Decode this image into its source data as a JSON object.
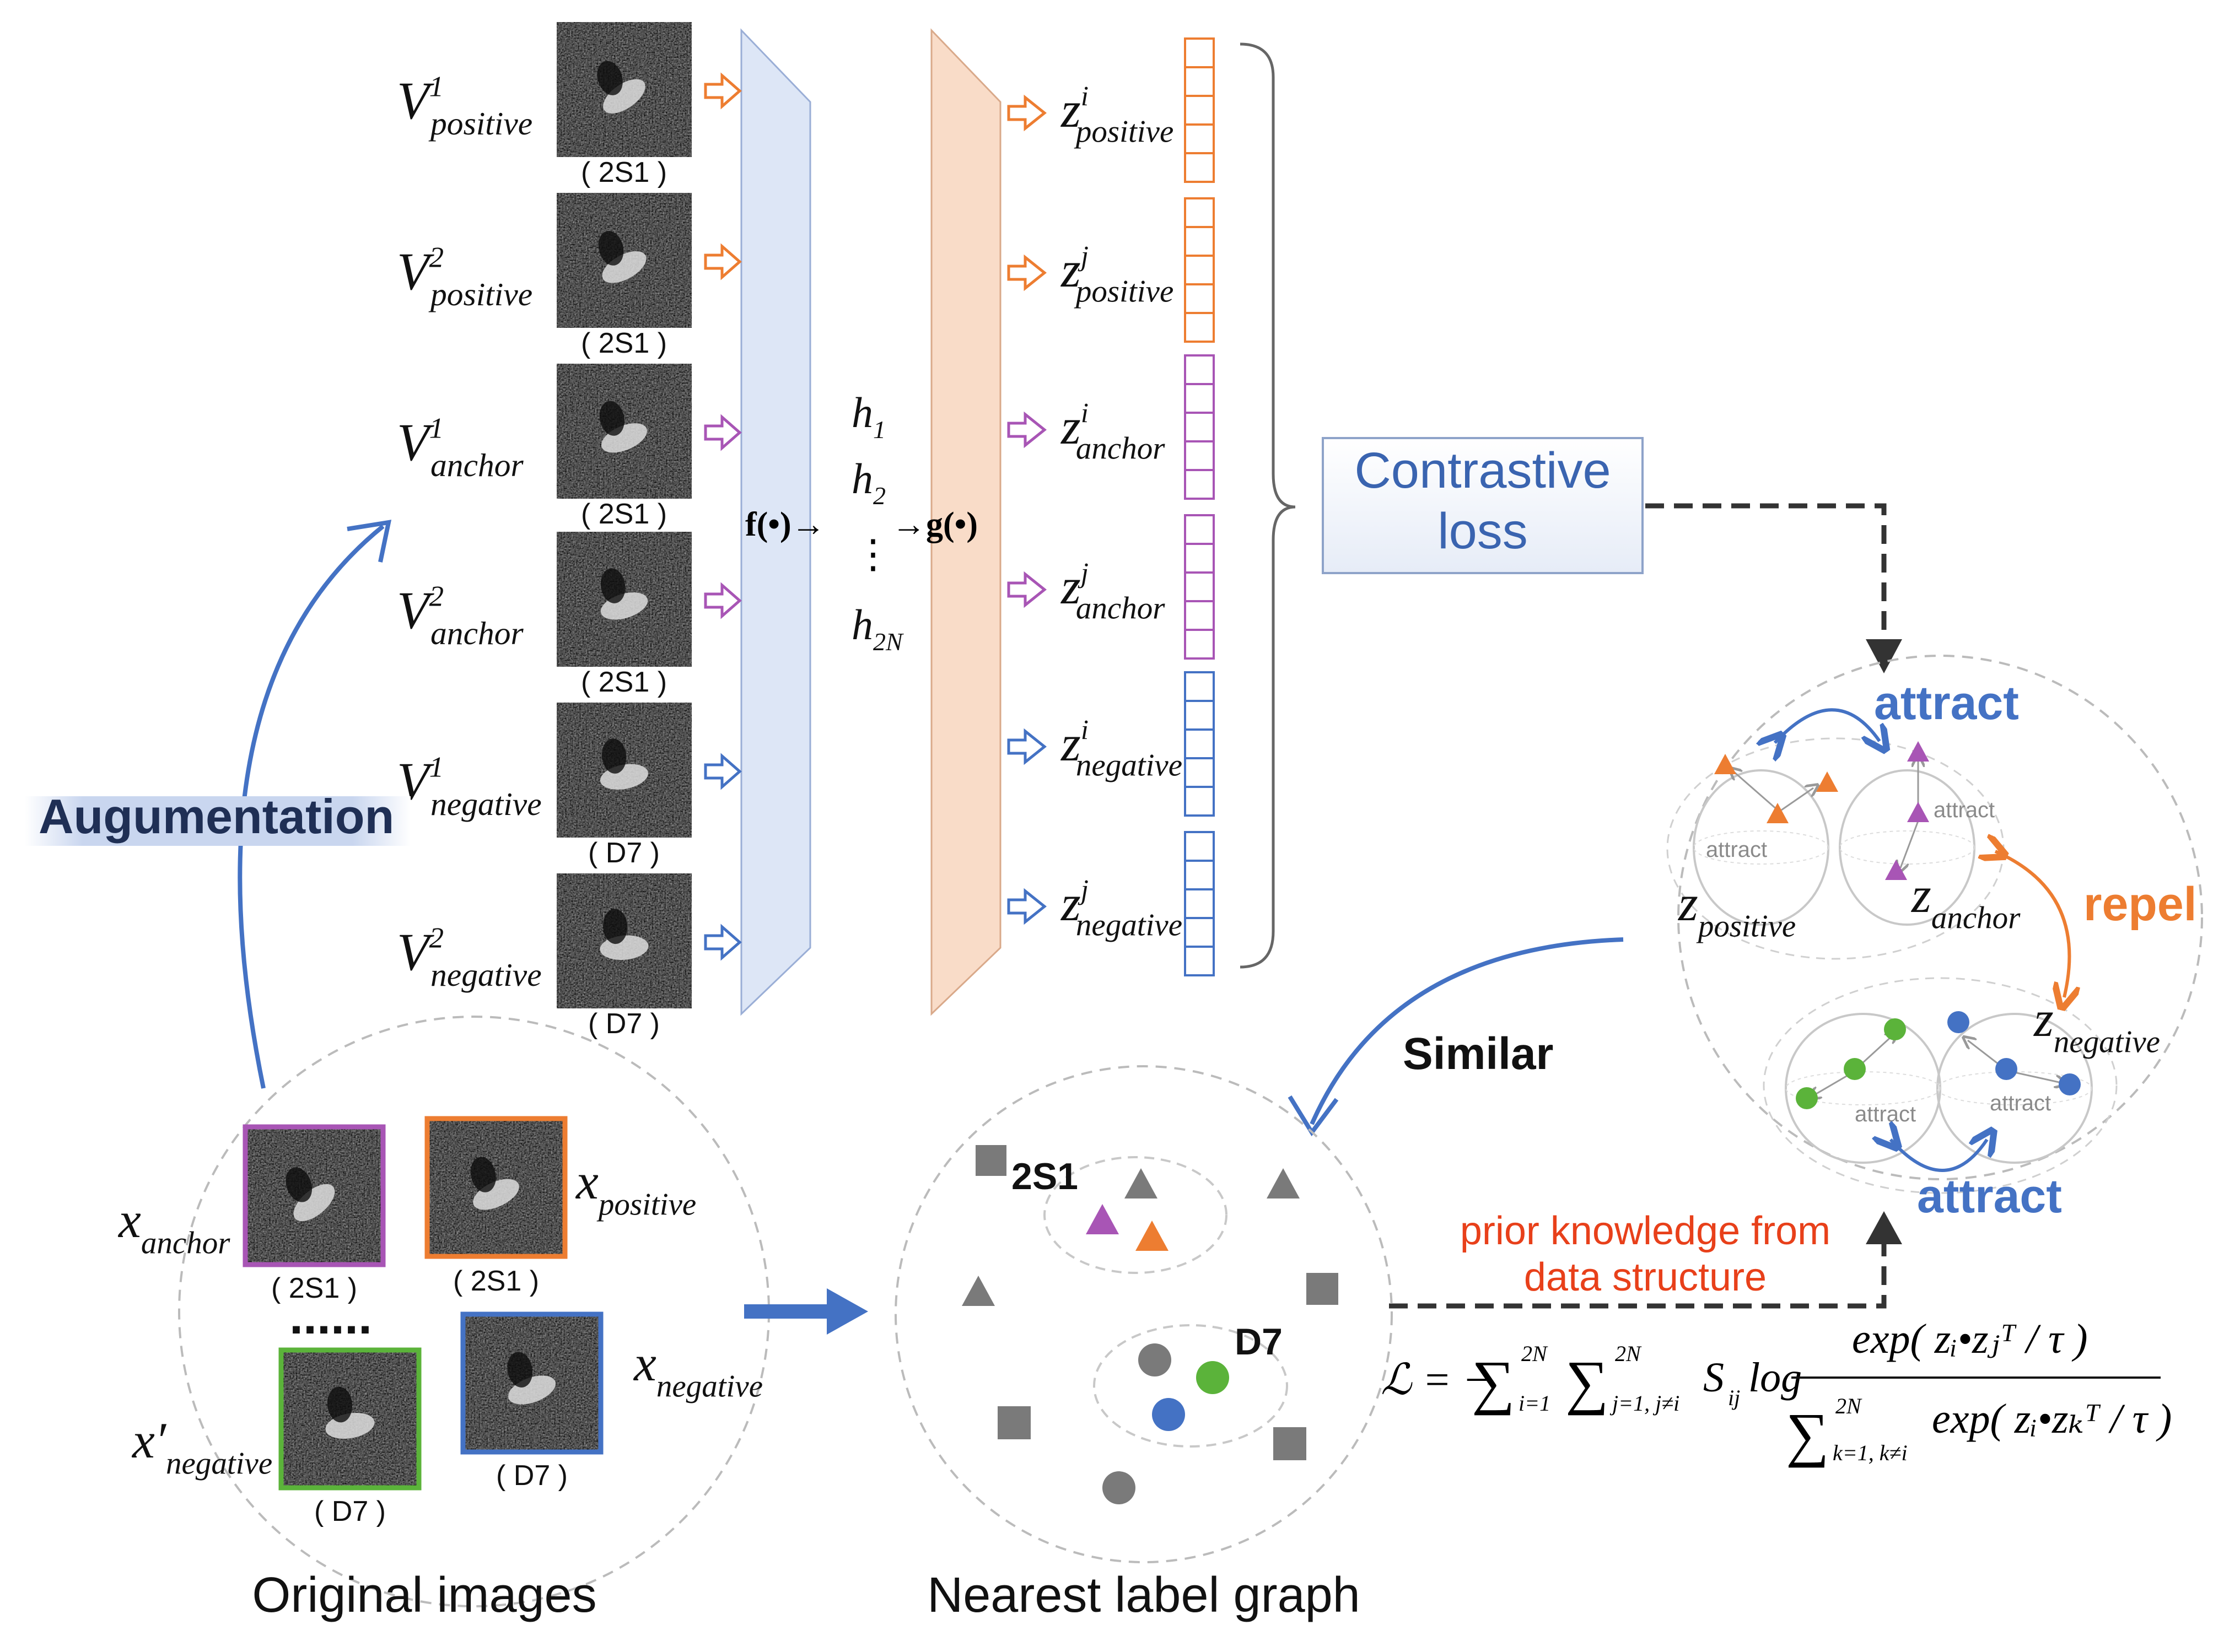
{
  "augmentation_label": "Augumentation",
  "views": [
    {
      "base": "V",
      "sup": "1",
      "sub": "positive",
      "tag": "( 2S1 )"
    },
    {
      "base": "V",
      "sup": "2",
      "sub": "positive",
      "tag": "( 2S1 )"
    },
    {
      "base": "V",
      "sup": "1",
      "sub": "anchor",
      "tag": "( 2S1 )"
    },
    {
      "base": "V",
      "sup": "2",
      "sub": "anchor",
      "tag": "( 2S1 )"
    },
    {
      "base": "V",
      "sup": "1",
      "sub": "negative",
      "tag": "( D7 )"
    },
    {
      "base": "V",
      "sup": "2",
      "sub": "negative",
      "tag": "( D7 )"
    }
  ],
  "encoder": {
    "f": "f(•)→",
    "g": "→g(•)",
    "dots": "⋮"
  },
  "hidden": [
    {
      "base": "h",
      "sub": "1"
    },
    {
      "base": "h",
      "sub": "2"
    },
    {
      "base": "h",
      "sub": "2N"
    }
  ],
  "projections": [
    {
      "base": "z",
      "sup": "i",
      "sub": "positive"
    },
    {
      "base": "z",
      "sup": "j",
      "sub": "positive"
    },
    {
      "base": "z",
      "sup": "i",
      "sub": "anchor"
    },
    {
      "base": "z",
      "sup": "j",
      "sub": "anchor"
    },
    {
      "base": "z",
      "sup": "i",
      "sub": "negative"
    },
    {
      "base": "z",
      "sup": "j",
      "sub": "negative"
    }
  ],
  "contrastive": {
    "line1": "Contrastive",
    "line2": "loss"
  },
  "latent": {
    "attract_top": "attract",
    "attract_bottom": "attract",
    "repel": "repel",
    "inner_attract": "attract",
    "z_positive": {
      "base": "z",
      "sub": "positive"
    },
    "z_anchor": {
      "base": "z",
      "sub": "anchor"
    },
    "z_negative": {
      "base": "z",
      "sub": "negative"
    }
  },
  "similar_label": "Similar",
  "prior_line1": "prior knowledge from",
  "prior_line2": "data structure",
  "original": {
    "title": "Original images",
    "anchor": {
      "base": "x",
      "sub": "anchor",
      "tag": "( 2S1 )"
    },
    "positive": {
      "base": "x",
      "sub": "positive",
      "tag": "( 2S1 )"
    },
    "negative": {
      "base": "x",
      "sub": "negative",
      "tag": "( D7 )"
    },
    "negative2": {
      "base": "x′",
      "sub": "negative",
      "tag": "( D7 )"
    },
    "ellipsis": "......"
  },
  "graph": {
    "title": "Nearest label graph",
    "class1": "2S1",
    "class2": "D7"
  },
  "formula": {
    "lhs": "ℒ = −",
    "sum1_top": "2N",
    "sum1_bot": "i=1",
    "sum2_top": "2N",
    "sum2_bot": "j=1, j≠i",
    "s": "S",
    "s_sub": "ij",
    "log": "log",
    "num": "exp( zᵢ•zⱼᵀ / τ )",
    "den_sum_top": "2N",
    "den_sum_bot": "k=1, k≠i",
    "den": "exp( zᵢ•zₖᵀ / τ )"
  },
  "colors": {
    "blue": "#4472c4",
    "orange": "#ed7d31",
    "purple": "#a855b5",
    "green": "#5bb33a",
    "encoder_fill": "#dde6f6",
    "proj_fill": "#f9dcc8",
    "red": "#e8401a",
    "gray": "#808080"
  }
}
